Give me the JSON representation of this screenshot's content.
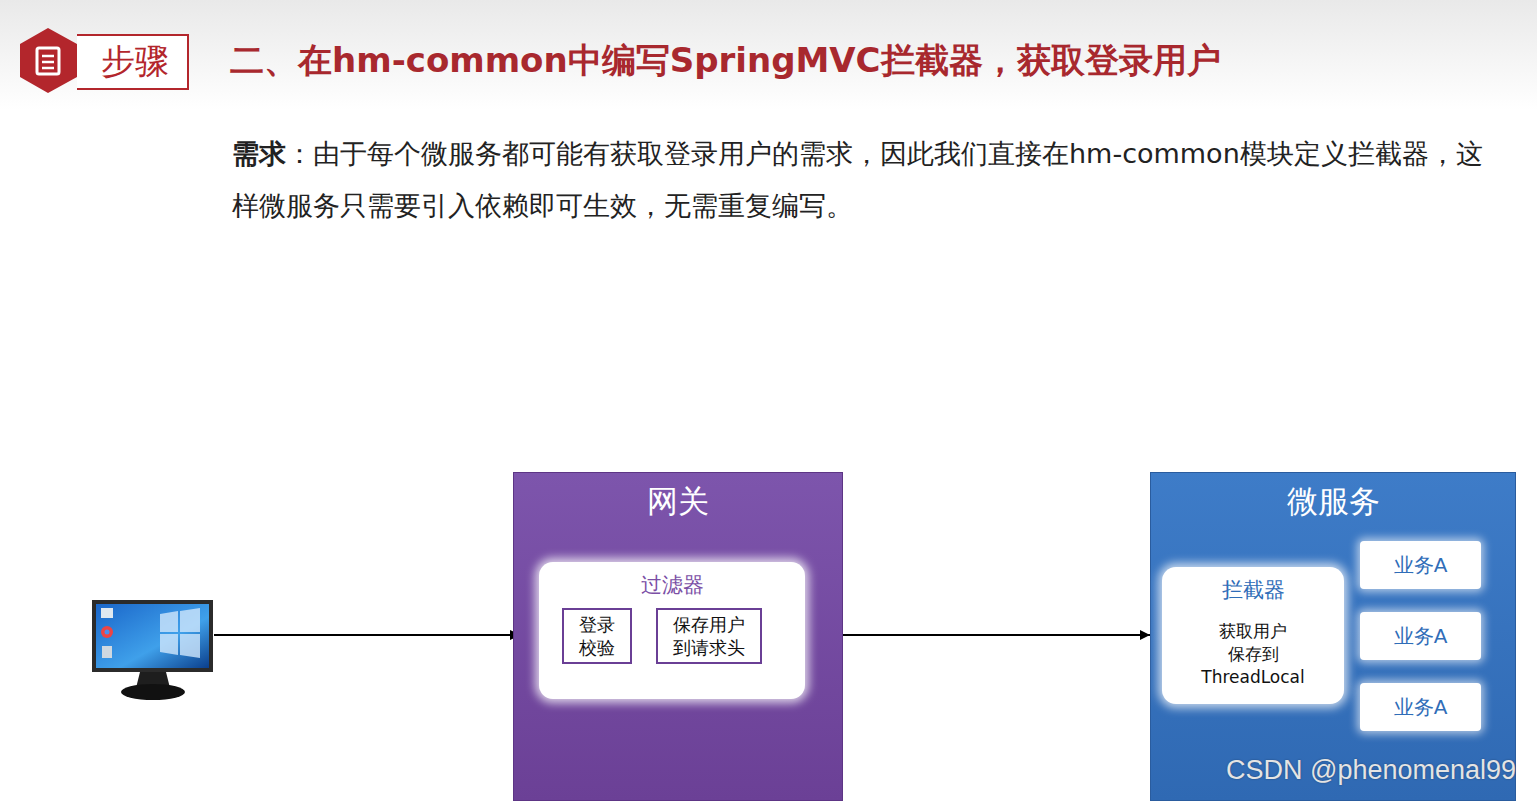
{
  "diagram": {
    "title": "二、在hm-common中编写SpringMVC拦截器，获取登录用户",
    "nodes": [
      {
        "text": [
          "步骤"
        ]
      },
      {
        "text": [
          "网关"
        ]
      },
      {
        "text": [
          "过滤器"
        ],
        "in": 1
      },
      {
        "text": [
          "登录 校验"
        ],
        "in": 2
      },
      {
        "text": [
          "保存用户 到请求头"
        ],
        "in": 2
      },
      {
        "text": [
          "微服务"
        ]
      },
      {
        "text": [
          "拦截器",
          "获取用户 保存到 ThreadLocal"
        ],
        "in": 5
      },
      {
        "text": [
          "业务A"
        ],
        "in": 5
      },
      {
        "text": [
          "业务A"
        ],
        "in": 5
      },
      {
        "text": [
          "业务A"
        ],
        "in": 5
      }
    ],
    "edges": [
      {
        "from": 1,
        "to": 5,
        "arrow": "to"
      }
    ],
    "labels": [
      "需求",
      "：由于每个微服务都可能有获取登录用户的需求，因此我们直接在hm-common模块定义拦截器，这样微服务只需要引入依赖即可生效，无需重复编写。",
      "CSDN @phenomenal99"
    ]
  }
}
